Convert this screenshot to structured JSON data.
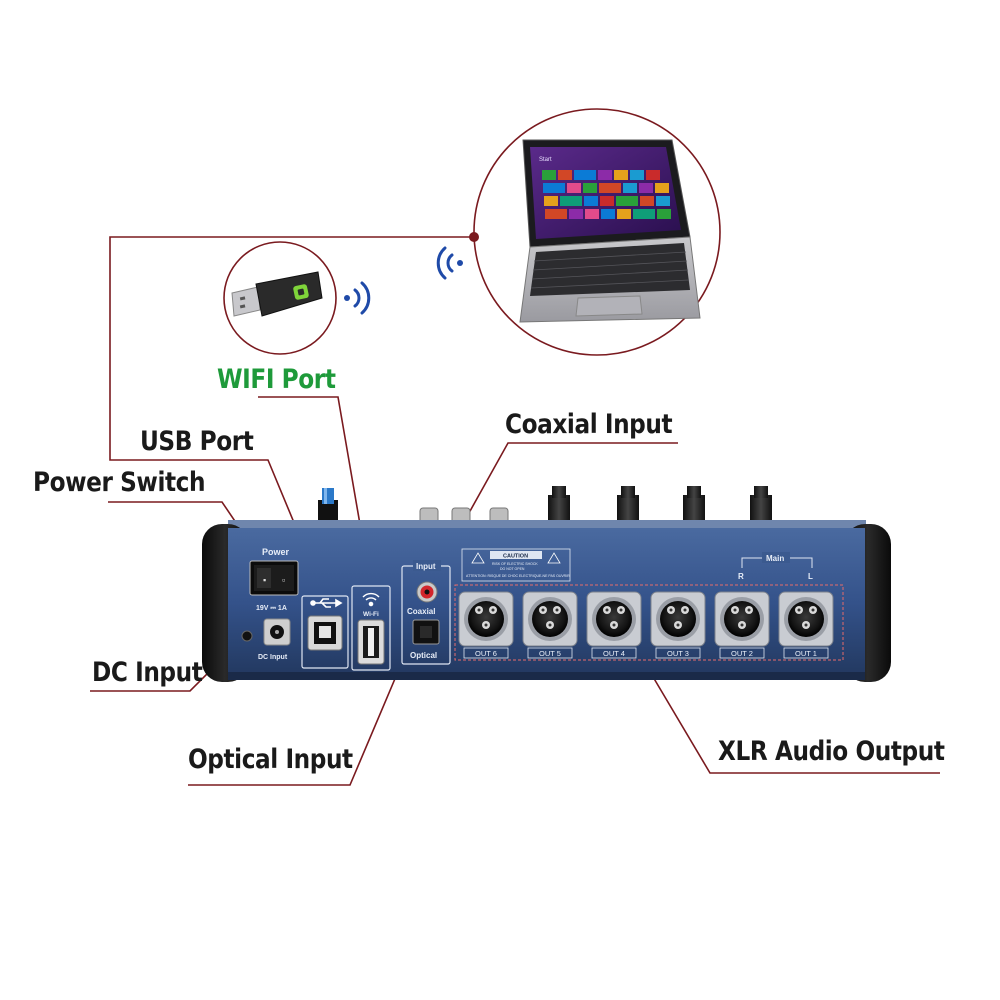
{
  "callouts": {
    "wifi_port": "WIFI Port",
    "usb_port": "USB Port",
    "power_switch": "Power Switch",
    "coaxial_input": "Coaxial Input",
    "dc_input": "DC Input",
    "optical_input": "Optical Input",
    "xlr_audio_output": "XLR Audio Output"
  },
  "panel": {
    "power": "Power",
    "power_spec": "19V ⎓ 1A",
    "dc_input": "DC Input",
    "wifi": "Wi-Fi",
    "input_section": "Input",
    "coaxial": "Coaxial",
    "optical": "Optical",
    "caution_title": "CAUTION",
    "caution_line1": "RISK OF ELECTRIC SHOCK",
    "caution_line2": "DO NOT OPEN",
    "caution_line3": "ATTENTION: RISQUE DE CHOC ELECTRIQUE-NE PAS OUVRIR",
    "main": "Main",
    "right": "R",
    "left": "L",
    "outputs": [
      "OUT 6",
      "OUT 5",
      "OUT 4",
      "OUT 3",
      "OUT 2",
      "OUT 1"
    ]
  },
  "laptop_screen": {
    "start": "Start"
  },
  "colors": {
    "callout_line": "#7a1a1f",
    "panel_blue": "#3b5a8f",
    "wifi_label": "#1e9a3a",
    "wireless_icon": "#1f4aa8"
  },
  "icons": [
    "usb-dongle-icon",
    "wireless-signal-icon",
    "laptop-icon",
    "usb-symbol-icon",
    "wifi-symbol-icon"
  ]
}
